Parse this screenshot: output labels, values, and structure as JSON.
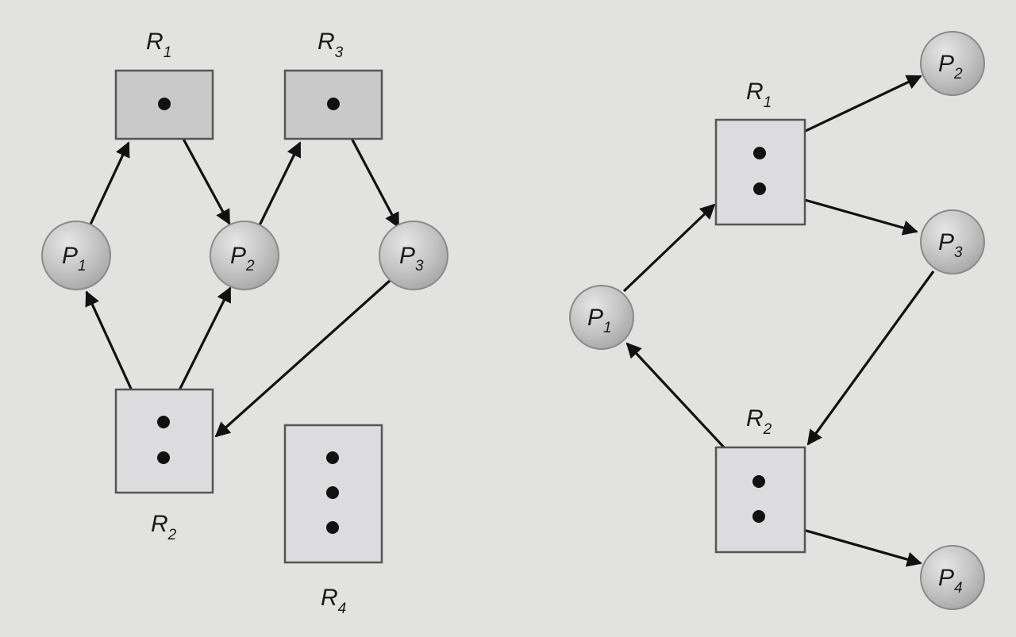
{
  "colors": {
    "background": "#e2e2e0",
    "edge": "#111111",
    "resource_dark": "#c9c9c9",
    "resource_light": "#dcdcde",
    "process": "#bdbdbd"
  },
  "graphs": [
    {
      "resources": [
        {
          "id": "R1",
          "letter": "R",
          "sub": "1",
          "instances": 1
        },
        {
          "id": "R3",
          "letter": "R",
          "sub": "3",
          "instances": 1
        },
        {
          "id": "R2",
          "letter": "R",
          "sub": "2",
          "instances": 2
        },
        {
          "id": "R4",
          "letter": "R",
          "sub": "4",
          "instances": 3
        }
      ],
      "processes": [
        {
          "id": "P1",
          "letter": "P",
          "sub": "1"
        },
        {
          "id": "P2",
          "letter": "P",
          "sub": "2"
        },
        {
          "id": "P3",
          "letter": "P",
          "sub": "3"
        }
      ],
      "edges": [
        {
          "from": "P1",
          "to": "R1",
          "kind": "request"
        },
        {
          "from": "R1",
          "to": "P2",
          "kind": "assignment"
        },
        {
          "from": "P2",
          "to": "R3",
          "kind": "request"
        },
        {
          "from": "R3",
          "to": "P3",
          "kind": "assignment"
        },
        {
          "from": "P3",
          "to": "R2",
          "kind": "request"
        },
        {
          "from": "R2",
          "to": "P1",
          "kind": "assignment"
        },
        {
          "from": "R2",
          "to": "P2",
          "kind": "assignment"
        }
      ]
    },
    {
      "resources": [
        {
          "id": "R1",
          "letter": "R",
          "sub": "1",
          "instances": 2
        },
        {
          "id": "R2",
          "letter": "R",
          "sub": "2",
          "instances": 2
        }
      ],
      "processes": [
        {
          "id": "P1",
          "letter": "P",
          "sub": "1"
        },
        {
          "id": "P2",
          "letter": "P",
          "sub": "2"
        },
        {
          "id": "P3",
          "letter": "P",
          "sub": "3"
        },
        {
          "id": "P4",
          "letter": "P",
          "sub": "4"
        }
      ],
      "edges": [
        {
          "from": "P1",
          "to": "R1",
          "kind": "request"
        },
        {
          "from": "R1",
          "to": "P2",
          "kind": "assignment"
        },
        {
          "from": "R1",
          "to": "P3",
          "kind": "assignment"
        },
        {
          "from": "P3",
          "to": "R2",
          "kind": "request"
        },
        {
          "from": "R2",
          "to": "P1",
          "kind": "assignment"
        },
        {
          "from": "R2",
          "to": "P4",
          "kind": "assignment"
        }
      ]
    }
  ]
}
